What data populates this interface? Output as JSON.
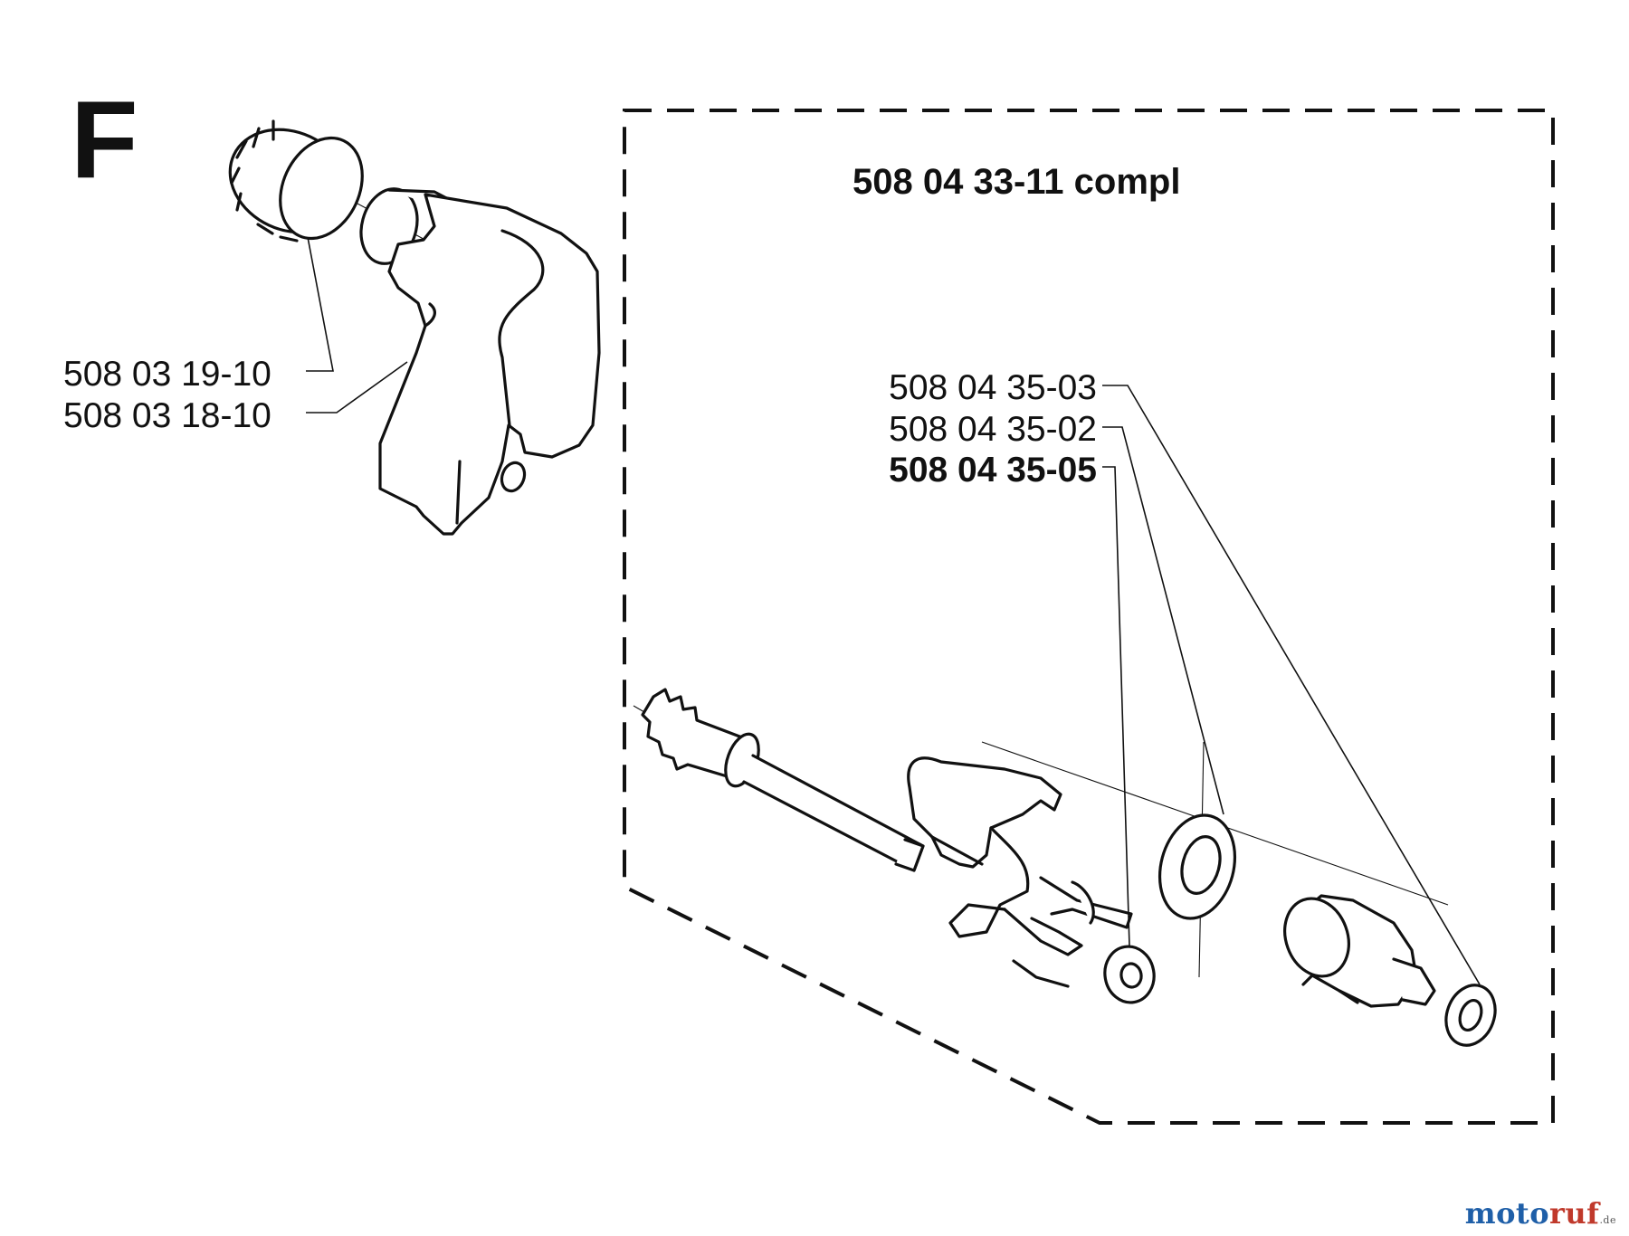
{
  "section_letter": "F",
  "assembly_label": "508 04 33-11 compl",
  "part_labels": [
    {
      "name": "part-label-508-03-19-10",
      "text": "508 03 19-10",
      "bold": false
    },
    {
      "name": "part-label-508-03-18-10",
      "text": "508 03 18-10",
      "bold": false
    },
    {
      "name": "part-label-508-04-35-03",
      "text": "508 04 35-03",
      "bold": false
    },
    {
      "name": "part-label-508-04-35-02",
      "text": "508 04 35-02",
      "bold": false
    },
    {
      "name": "part-label-508-04-35-05",
      "text": "508 04 35-05",
      "bold": true
    }
  ],
  "watermark": {
    "text_a": "moto",
    "text_b": "ruf",
    "suffix": ".de"
  },
  "colors": {
    "line": "#111111",
    "watermark_blue": "#1f5fa8",
    "watermark_red": "#c0392b"
  }
}
